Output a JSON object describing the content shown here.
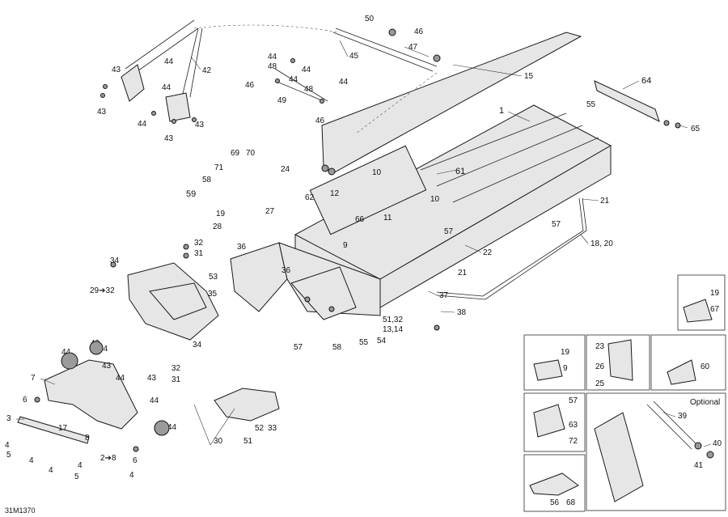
{
  "diagram_code": "31M1370",
  "optional_label": "Optional",
  "callouts": {
    "c1": "1",
    "c2_8": "2➔8",
    "c3": "3",
    "c4": "4",
    "c5": "5",
    "c6": "6",
    "c7": "7",
    "c8": "8",
    "c9": "9",
    "c10": "10",
    "c11": "11",
    "c12": "12",
    "c13_14": "13,14",
    "c15": "15",
    "c17": "17",
    "c18_20": "18, 20",
    "c19": "19",
    "c21": "21",
    "c22": "22",
    "c23": "23",
    "c24": "24",
    "c25": "25",
    "c26": "26",
    "c27": "27",
    "c28": "28",
    "c29_32": "29➔32",
    "c30": "30",
    "c31": "31",
    "c32": "32",
    "c33": "33",
    "c34": "34",
    "c35": "35",
    "c36": "36",
    "c37": "37",
    "c38": "38",
    "c39": "39",
    "c40": "40",
    "c41": "41",
    "c42": "42",
    "c43": "43",
    "c44": "44",
    "c45": "45",
    "c46": "46",
    "c47": "47",
    "c48": "48",
    "c49": "49",
    "c50": "50",
    "c51": "51",
    "c51_32": "51,32",
    "c52": "52",
    "c53": "53",
    "c54": "54",
    "c55": "55",
    "c56": "56",
    "c57": "57",
    "c58": "58",
    "c59": "59",
    "c60": "60",
    "c61": "61",
    "c62": "62",
    "c63": "63",
    "c64": "64",
    "c65": "65",
    "c66": "66",
    "c67": "67",
    "c68": "68",
    "c69": "69",
    "c70": "70",
    "c71": "71",
    "c72": "72"
  }
}
